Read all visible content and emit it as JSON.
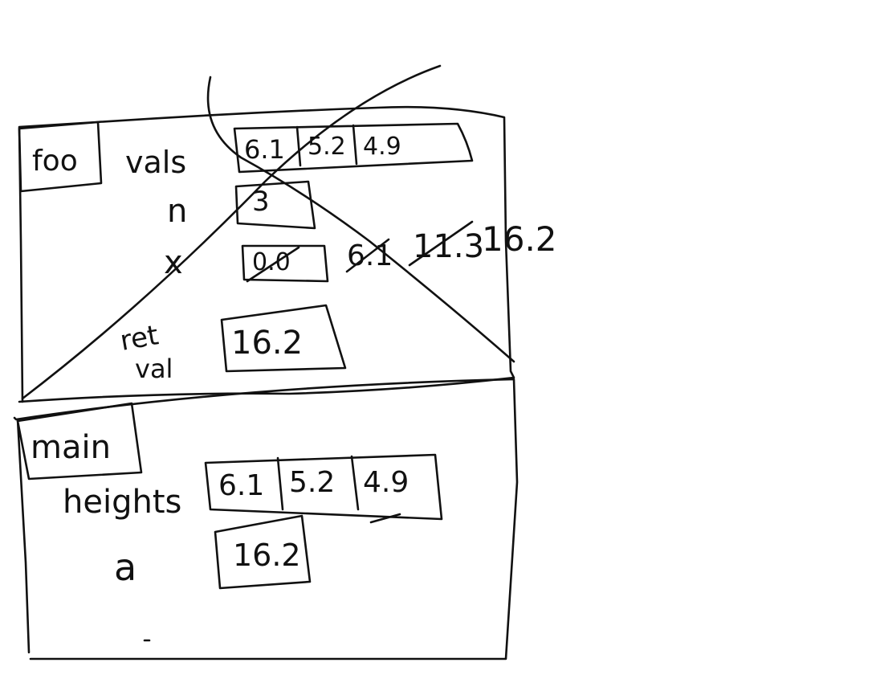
{
  "ink_color": "#111111",
  "background_color": "#ffffff",
  "frames": {
    "foo": {
      "label": "foo",
      "vals": {
        "label": "vals",
        "cells": [
          "6.1",
          "5.2",
          "4.9"
        ]
      },
      "n": {
        "label": "n",
        "value": "3"
      },
      "x": {
        "label": "x",
        "value": "0.0",
        "history": [
          "6.1",
          "11.3"
        ],
        "final": "16.2"
      },
      "ret_val": {
        "label_line1": "ret",
        "label_line2": "val",
        "value": "16.2"
      }
    },
    "main": {
      "label": "main",
      "heights": {
        "label": "heights",
        "cells": [
          "6.1",
          "5.2",
          "4.9"
        ]
      },
      "a": {
        "label": "a",
        "value": "16.2"
      }
    }
  }
}
